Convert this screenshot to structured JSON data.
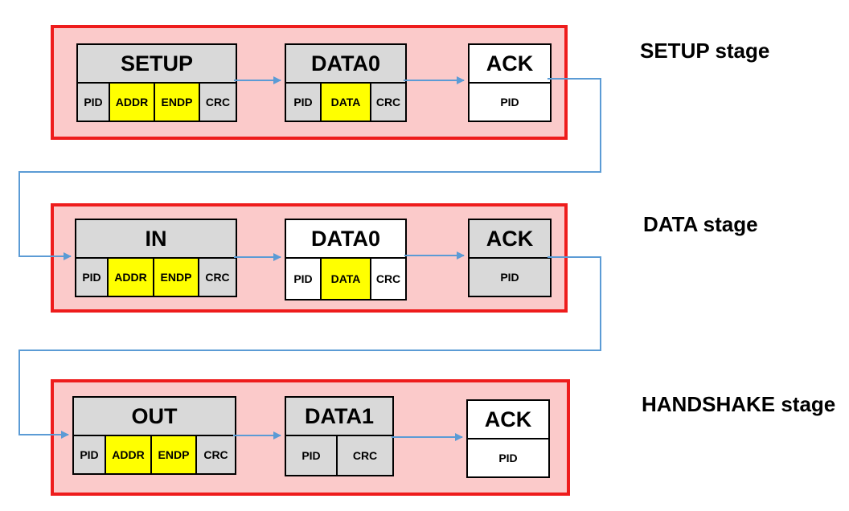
{
  "stages": [
    {
      "label": "SETUP stage",
      "packets": [
        {
          "title": "SETUP",
          "fields": [
            "PID",
            "ADDR",
            "ENDP",
            "CRC"
          ]
        },
        {
          "title": "DATA0",
          "fields": [
            "PID",
            "DATA",
            "CRC"
          ]
        },
        {
          "title": "ACK",
          "fields": [
            "PID"
          ]
        }
      ]
    },
    {
      "label": "DATA stage",
      "packets": [
        {
          "title": "IN",
          "fields": [
            "PID",
            "ADDR",
            "ENDP",
            "CRC"
          ]
        },
        {
          "title": "DATA0",
          "fields": [
            "PID",
            "DATA",
            "CRC"
          ]
        },
        {
          "title": "ACK",
          "fields": [
            "PID"
          ]
        }
      ]
    },
    {
      "label": "HANDSHAKE stage",
      "packets": [
        {
          "title": "OUT",
          "fields": [
            "PID",
            "ADDR",
            "ENDP",
            "CRC"
          ]
        },
        {
          "title": "DATA1",
          "fields": [
            "PID",
            "CRC"
          ]
        },
        {
          "title": "ACK",
          "fields": [
            "PID"
          ]
        }
      ]
    }
  ],
  "colors": {
    "stage_fill": "#fbcaca",
    "stage_border": "#ee1c1c",
    "packet_gray": "#d9d9d9",
    "field_highlight": "#ffff00",
    "arrow": "#5b9bd5"
  }
}
